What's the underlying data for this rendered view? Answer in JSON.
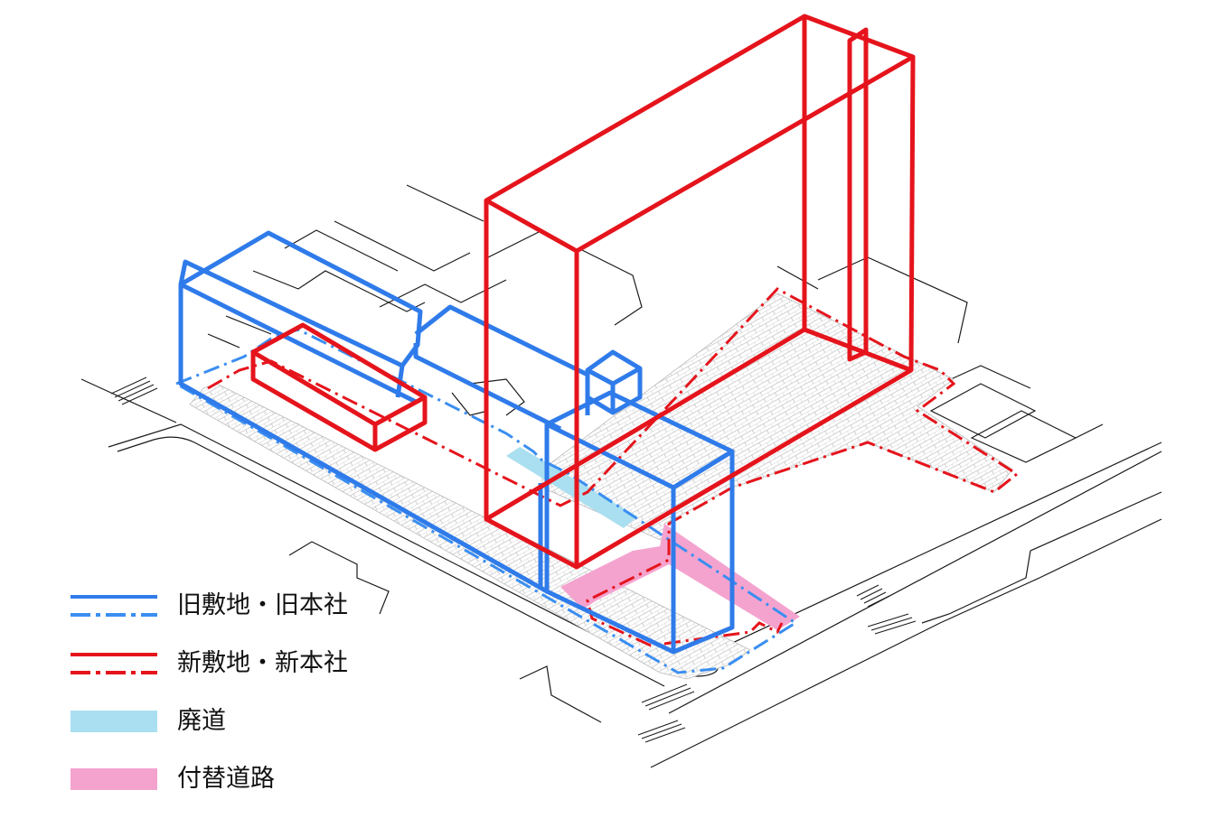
{
  "colors": {
    "old": "#2f7bea",
    "old_dash": "#3a8ef0",
    "new": "#e5141c",
    "abolished_road": "#a9dff0",
    "replacement_road": "#f4a3cf",
    "base_lines": "#1a1a1a",
    "paving": "#c9c9c9"
  },
  "legend": [
    {
      "key": "old_site",
      "label": "旧敷地・旧本社",
      "swatch": "old"
    },
    {
      "key": "new_site",
      "label": "新敷地・新本社",
      "swatch": "new"
    },
    {
      "key": "abolished_road",
      "label": "廃道",
      "swatch": "abolished_road"
    },
    {
      "key": "replacement_road",
      "label": "付替道路",
      "swatch": "replacement_road"
    }
  ]
}
